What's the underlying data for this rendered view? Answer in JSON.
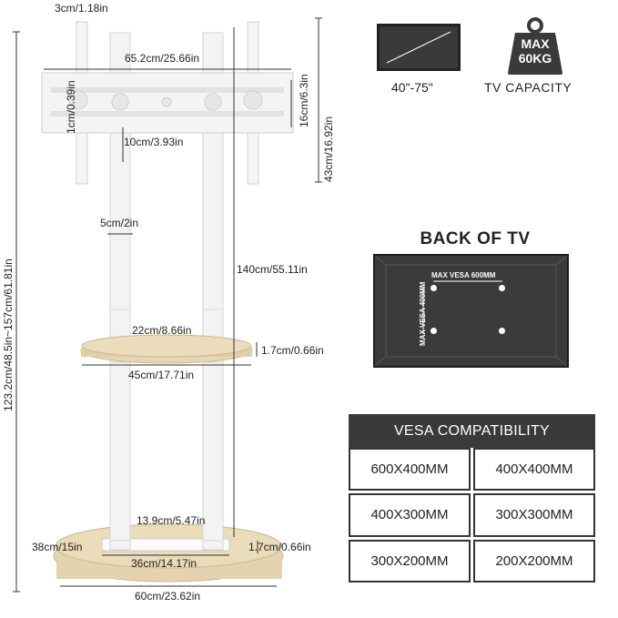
{
  "stand": {
    "dims": {
      "clamp_width": "3cm/1.18in",
      "bracket_width": "65.2cm/25.66in",
      "bracket_height": "43cm/16.92in",
      "bracket_inner": "16cm/6.3in",
      "slot_height": "1cm/0.39in",
      "pole_spacing": "10cm/3.93in",
      "pole_diameter": "5cm/2in",
      "pole_height": "140cm/55.11in",
      "total_height": "123.2cm/48.5in~157cm/61.81in",
      "shelf_depth": "22cm/8.66in",
      "shelf_thickness": "1.7cm/0.66in",
      "shelf_width": "45cm/17.71in",
      "base_inner": "13.9cm/5.47in",
      "base_depth": "38cm/15in",
      "base_thickness": "1.7cm/0.66in",
      "base_plate": "36cm/14.17in",
      "base_width": "60cm/23.62in"
    },
    "colors": {
      "wood": "#e4d3b0",
      "pole": "#f2f2f2",
      "bracket": "#f4f4f4"
    }
  },
  "tv_size": {
    "label": "40\"-75\""
  },
  "capacity": {
    "weight_line1": "MAX",
    "weight_line2": "60KG",
    "label": "TV CAPACITY"
  },
  "back_of_tv": {
    "title": "BACK OF TV",
    "vesa_h": "MAX VESA 600MM",
    "vesa_v": "MAX VESA 400MM"
  },
  "vesa": {
    "title": "VESA COMPATIBILITY",
    "cells": [
      "600X400MM",
      "400X400MM",
      "400X300MM",
      "300X300MM",
      "300X200MM",
      "200X200MM"
    ]
  }
}
